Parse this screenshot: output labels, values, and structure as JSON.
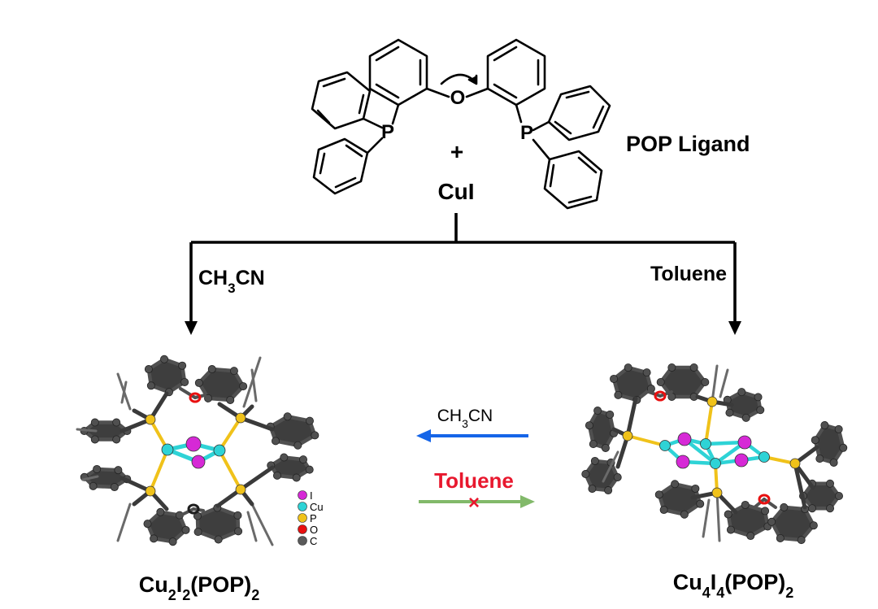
{
  "ligand": {
    "label": "POP Ligand",
    "atom_o": "O",
    "atom_p": "P"
  },
  "reactant": {
    "plus": "+",
    "name": "CuI"
  },
  "routes": {
    "left_solvent": {
      "main": "CH",
      "sub": "3",
      "tail": "CN"
    },
    "right_solvent": "Toluene"
  },
  "conversion": {
    "forward_solvent": {
      "main": "CH",
      "sub": "3",
      "tail": "CN"
    },
    "reverse_solvent": "Toluene",
    "reverse_blocked_mark": "×",
    "colors": {
      "forward": "#1565e8",
      "reverse": "#82b96a",
      "blocked": "#e8182e",
      "reverse_text": "#e8182e"
    }
  },
  "products": {
    "left": {
      "p1": "Cu",
      "s1": "2",
      "p2": "I",
      "s2": "2",
      "p3": "(POP)",
      "s3": "2"
    },
    "right": {
      "p1": "Cu",
      "s1": "4",
      "p2": "I",
      "s2": "4",
      "p3": "(POP)",
      "s3": "2"
    }
  },
  "legend": [
    {
      "symbol": "I",
      "color": "#d629d6"
    },
    {
      "symbol": "Cu",
      "color": "#2ed3d6"
    },
    {
      "symbol": "P",
      "color": "#f0c21a"
    },
    {
      "symbol": "O",
      "color": "#e81010"
    },
    {
      "symbol": "C",
      "color": "#5a5a5a"
    }
  ],
  "atom_colors": {
    "carbon": "#505050",
    "carbon_dark": "#2e2e2e",
    "bond": "#3a3a3a"
  }
}
